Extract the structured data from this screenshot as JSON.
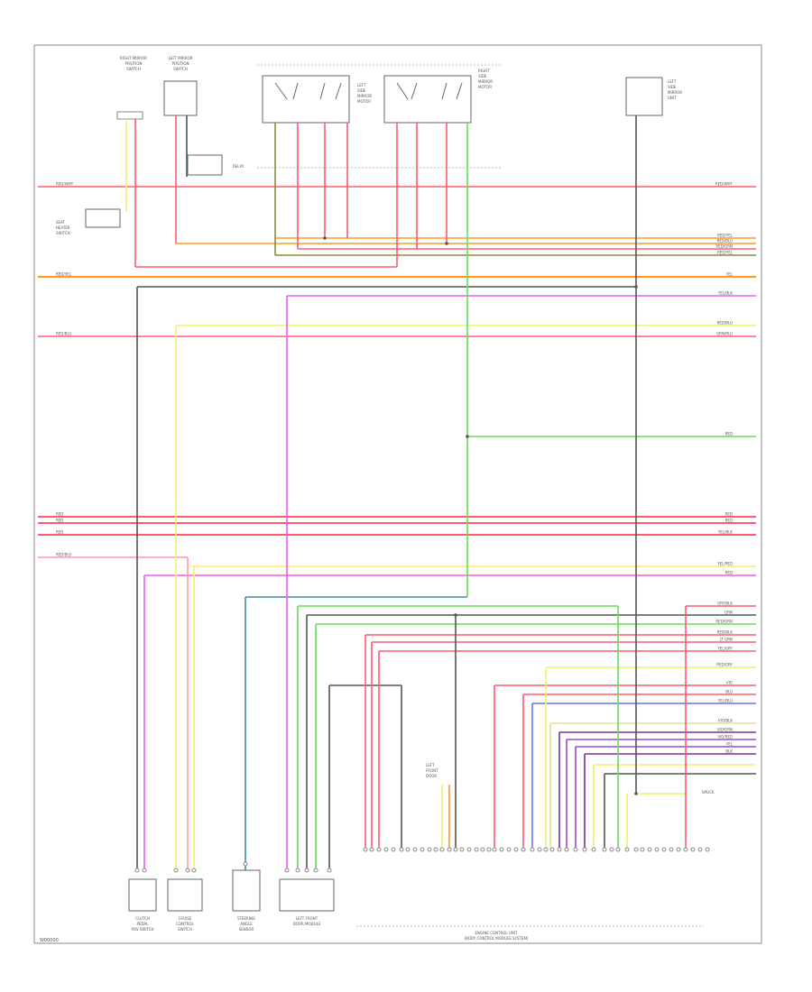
{
  "diagram": {
    "corner_code": "W00000",
    "bottom_rule_text": "........................................................................................................................................",
    "components": {
      "bus_switch_left": "RIGHT MIRROR\nPOSITION\nSWITCH",
      "bus_switch_right": "LEFT MIRROR\nPOSITION\nSWITCH",
      "left_mirror_block": "LEFT\nSIDE\nMIRROR\nMOTOR",
      "right_mirror_block": "RIGHT\nSIDE\nMIRROR\nMOTOR",
      "small_relay": "RELAY",
      "ignition_module": "LEFT\nSIDE\nMIRROR\nUNIT",
      "heater_label": "SEAT\nHEATER\nSWITCH",
      "bottom_1": "CLUTCH\nPEDAL\nPOS SWITCH",
      "bottom_2": "CRUISE\nCONTROL\nSWITCH",
      "bottom_3": "STEERING\nANGLE\nSENSOR",
      "bottom_4": "LEFT FRONT\nDOOR MODULE",
      "ecu": "ENGINE CONTROL UNIT",
      "ecu_sub": "(BODY CONTROL MODULE SYSTEM)",
      "connector_note": "LEFT\nFRONT\nDOOR",
      "splice_note": "SPLICE"
    },
    "right_labels": [
      "RED/WHT",
      "RED/YEL",
      "RED/BLU",
      "RED/GRN",
      "RED/YEL",
      "YEL",
      "YEL/BLK",
      "RED/BLU",
      "GRN/BLU",
      "RED",
      "RED",
      "RED",
      "YEL/BLK",
      "YEL/RED",
      "RED",
      "GRY/BLK",
      "GRN",
      "RED/GRN",
      "RED/BLK",
      "LT GRN",
      "YEL/GRY",
      "RED/GRY",
      "VIO",
      "BLU",
      "YEL/BLU",
      "VIO/BLK",
      "VIO/GRN",
      "VIO/RED",
      "YEL",
      "BLK"
    ],
    "left_labels": [
      "RED/WHT",
      "RED/YEL",
      "RED/BLU",
      "RED",
      "RED",
      "RED",
      "RED/BLU"
    ],
    "wire_colors": {
      "red": "#ff5a6e",
      "pink": "#ff9aa6",
      "orange": "#ff9a2a",
      "yellow": "#f3f06a",
      "green": "#66dd55",
      "magenta": "#f05cf0",
      "black": "#555555",
      "teal": "#3f8fa3",
      "blue": "#6a6aff",
      "olive": "#8a8a3a",
      "violet": "#9a4ad0",
      "purple": "#7a2aa0"
    }
  }
}
